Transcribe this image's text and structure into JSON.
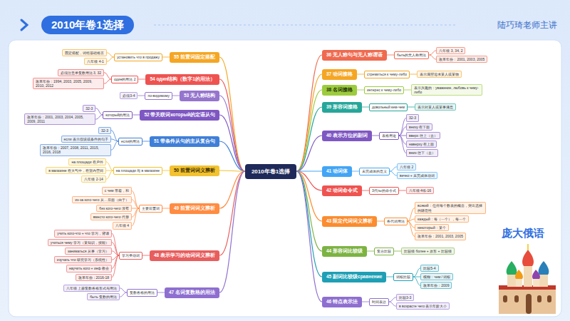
{
  "diagram": {
    "title": "2010年卷1选择",
    "nodes": [
      {
        "text": [
          "2010年卷1选择"
        ]
      },
      {
        "text": [
          "36 无人称句与无人称谓语"
        ]
      },
      {
        "text": [
          "быть的无人称用法"
        ]
      },
      {
        "text": [
          "八年级 3, 34, 2"
        ]
      },
      {
        "text": [
          "改革年份：2001, 2003, 2005"
        ]
      },
      {
        "text": [
          "37 动词接格"
        ]
      },
      {
        "text": [
          "стремиться к чему-либо"
        ]
      },
      {
        "text": [
          "表示渴望追求某人或某物"
        ]
      },
      {
        "text": [
          "38 名词接格"
        ]
      },
      {
        "text": [
          "интерес к чему-либо"
        ]
      },
      {
        "text": [
          "表示兴趣的：уважение, любовь к чему-либо"
        ]
      },
      {
        "text": [
          "39 形容词接格"
        ]
      },
      {
        "text": [
          "довольный кем-чем"
        ]
      },
      {
        "text": [
          "表示对某人或某事满意"
        ]
      },
      {
        "text": [
          "40 表示方位的副词"
        ]
      },
      {
        "text": [
          "表格用途"
        ]
      },
      {
        "text": [
          "32-3"
        ]
      },
      {
        "text": [
          "внизу 在下面"
        ]
      },
      {
        "text": [
          "вверх 往上（去）"
        ]
      },
      {
        "text": [
          "наверху 在上面"
        ]
      },
      {
        "text": [
          "вниз 往下（去）"
        ]
      },
      {
        "text": [
          "41 动词体"
        ]
      },
      {
        "text": [
          "未完成体的意义"
        ]
      },
      {
        "text": [
          "八年级 2"
        ]
      },
      {
        "text": [
          "вечно + 未完成体动词"
        ]
      },
      {
        "text": [
          "42 动词命令式"
        ]
      },
      {
        "text": [
          "3代ты的命令式"
        ]
      },
      {
        "text": [
          "八年级 4练-16"
        ]
      },
      {
        "text": [
          "43 限定代词词义辨析"
        ]
      },
      {
        "text": [
          "各代词用法"
        ]
      },
      {
        "text": [
          "всякий：任何每个数表的概念，突出选择的随意性"
        ]
      },
      {
        "text": [
          "каждый：每（一个），每一个"
        ]
      },
      {
        "text": [
          "некоторый：某个"
        ]
      },
      {
        "text": [
          "改革年份：2001, 2003, 2005"
        ]
      },
      {
        "text": [
          "44 形容词比较级"
        ]
      },
      {
        "text": [
          "复合比较"
        ]
      },
      {
        "text": [
          "比较级 более + 原形 + 比较级"
        ]
      },
      {
        "text": [
          "45 副词比较级сравнение"
        ]
      },
      {
        "text": [
          "词根比较"
        ]
      },
      {
        "text": [
          "比较5-4"
        ]
      },
      {
        "text": [
          "模糊：чем / 词根"
        ]
      },
      {
        "text": [
          "改革年份：2009"
        ]
      },
      {
        "text": [
          "46 特点表示法"
        ]
      },
      {
        "text": [
          "时间表达"
        ]
      },
      {
        "text": [
          "比较3-3"
        ]
      },
      {
        "text": [
          "в возрасте чего 表示年龄大小"
        ]
      },
      {
        "text": [
          "55 前置词固定搭配"
        ]
      },
      {
        "text": [
          "установить что в продажу"
        ]
      },
      {
        "text": [
          "固定搭配，词组基础格言"
        ]
      },
      {
        "text": [
          "八年级 4-1"
        ]
      },
      {
        "text": [
          "54 один结构（数字1的用法）"
        ]
      },
      {
        "text": [
          "один的用法 2"
        ]
      },
      {
        "text": [
          "必须注意单复数用法 3, 32"
        ]
      },
      {
        "text": [
          "改革年份：1994, 2003, 2005, 2009, 2010, 2012"
        ]
      },
      {
        "text": [
          "53 无人称结构"
        ]
      },
      {
        "text": [
          "по-видимому"
        ]
      },
      {
        "text": [
          "必须3-4"
        ]
      },
      {
        "text": [
          "52 带关联词который的定语从句"
        ]
      },
      {
        "text": [
          "который的用法"
        ]
      },
      {
        "text": [
          "32-3"
        ]
      },
      {
        "text": [
          "改革年份：2001, 2003, 2004, 2005, 2009, 2011"
        ]
      },
      {
        "text": [
          "51 带条件从句的主从复合句"
        ]
      },
      {
        "text": [
          "если的用法"
        ]
      },
      {
        "text": [
          "32-3"
        ]
      },
      {
        "text": [
          "если 表示假设或条件的句子"
        ]
      },
      {
        "text": [
          "改革年份：2007, 2008, 2011, 2015, 2016, 2018"
        ]
      },
      {
        "text": [
          "50 前置词词义辨析"
        ]
      },
      {
        "text": [
          "на площади 与 в магазине"
        ]
      },
      {
        "text": [
          "на площади 在户外"
        ]
      },
      {
        "text": [
          "в магазине 在大气中，在室内空间"
        ]
      },
      {
        "text": [
          "八年级 2-14"
        ]
      },
      {
        "text": [
          "49 前置词词义辨析"
        ]
      },
      {
        "text": [
          "主要前置词"
        ]
      },
      {
        "text": [
          "с чем 带着，和"
        ]
      },
      {
        "text": [
          "из-за кого-чего 从…后面（由于）"
        ]
      },
      {
        "text": [
          "без кого-чего 没有"
        ]
      },
      {
        "text": [
          "вместо кого-чего 代替"
        ]
      },
      {
        "text": [
          "八年级 4"
        ]
      },
      {
        "text": [
          "48 表示学习的动词词义辨析"
        ]
      },
      {
        "text": [
          "学习类动词"
        ]
      },
      {
        "text": [
          "учить кого-что + что 学习，背诵"
        ]
      },
      {
        "text": [
          "учиться чему 学习（某知识，技能）"
        ]
      },
      {
        "text": [
          "заниматься 从事（学习）"
        ]
      },
      {
        "text": [
          "изучать что 研究学习（系统性）"
        ]
      },
      {
        "text": [
          "научить кого + инф 教会"
        ]
      },
      {
        "text": [
          "改革年份：2016-18"
        ]
      },
      {
        "text": [
          "47 名词复数格的用法"
        ]
      },
      {
        "text": [
          "复数各格的用法"
        ]
      },
      {
        "text": [
          "八年级 上册复数各格形式与用法"
        ]
      },
      {
        "text": [
          "быть 复数的用法"
        ]
      }
    ],
    "edges": [
      {
        "from": 0,
        "to": 1,
        "arrow": "none"
      },
      {
        "from": 0,
        "to": 5,
        "arrow": "none"
      },
      {
        "from": 0,
        "to": 8,
        "arrow": "none"
      },
      {
        "from": 0,
        "to": 11,
        "arrow": "none"
      },
      {
        "from": 0,
        "to": 14,
        "arrow": "none"
      },
      {
        "from": 0,
        "to": 21,
        "arrow": "none"
      },
      {
        "from": 0,
        "to": 25,
        "arrow": "none"
      },
      {
        "from": 0,
        "to": 28,
        "arrow": "none"
      },
      {
        "from": 0,
        "to": 34,
        "arrow": "none"
      },
      {
        "from": 0,
        "to": 37,
        "arrow": "none"
      },
      {
        "from": 0,
        "to": 42,
        "arrow": "none"
      },
      {
        "from": 0,
        "to": 46,
        "arrow": "none"
      },
      {
        "from": 0,
        "to": 50,
        "arrow": "none"
      },
      {
        "from": 0,
        "to": 54,
        "arrow": "none"
      },
      {
        "from": 0,
        "to": 57,
        "arrow": "none"
      },
      {
        "from": 0,
        "to": 61,
        "arrow": "none"
      },
      {
        "from": 0,
        "to": 66,
        "arrow": "none"
      },
      {
        "from": 0,
        "to": 71,
        "arrow": "none"
      },
      {
        "from": 0,
        "to": 78,
        "arrow": "none"
      },
      {
        "from": 0,
        "to": 86,
        "arrow": "none"
      },
      {
        "from": 1,
        "to": 2,
        "arrow": "none"
      },
      {
        "from": 2,
        "to": 3,
        "arrow": "none"
      },
      {
        "from": 2,
        "to": 4,
        "arrow": "none"
      },
      {
        "from": 5,
        "to": 6,
        "arrow": "none"
      },
      {
        "from": 6,
        "to": 7,
        "arrow": "none"
      },
      {
        "from": 8,
        "to": 9,
        "arrow": "none"
      },
      {
        "from": 9,
        "to": 10,
        "arrow": "none"
      },
      {
        "from": 11,
        "to": 12,
        "arrow": "none"
      },
      {
        "from": 12,
        "to": 13,
        "arrow": "none"
      },
      {
        "from": 14,
        "to": 15,
        "arrow": "none"
      },
      {
        "from": 15,
        "to": 16,
        "arrow": "none"
      },
      {
        "from": 15,
        "to": 17,
        "arrow": "none"
      },
      {
        "from": 15,
        "to": 18,
        "arrow": "none"
      },
      {
        "from": 15,
        "to": 19,
        "arrow": "none"
      },
      {
        "from": 15,
        "to": 20,
        "arrow": "none"
      },
      {
        "from": 21,
        "to": 22,
        "arrow": "none"
      },
      {
        "from": 22,
        "to": 23,
        "arrow": "none"
      },
      {
        "from": 22,
        "to": 24,
        "arrow": "none"
      },
      {
        "from": 25,
        "to": 26,
        "arrow": "none"
      },
      {
        "from": 26,
        "to": 27,
        "arrow": "none"
      },
      {
        "from": 28,
        "to": 29,
        "arrow": "none"
      },
      {
        "from": 29,
        "to": 30,
        "arrow": "none"
      },
      {
        "from": 29,
        "to": 31,
        "arrow": "none"
      },
      {
        "from": 29,
        "to": 32,
        "arrow": "none"
      },
      {
        "from": 29,
        "to": 33,
        "arrow": "none"
      },
      {
        "from": 34,
        "to": 35,
        "arrow": "none"
      },
      {
        "from": 35,
        "to": 36,
        "arrow": "none"
      },
      {
        "from": 37,
        "to": 38,
        "arrow": "none"
      },
      {
        "from": 38,
        "to": 39,
        "arrow": "none"
      },
      {
        "from": 38,
        "to": 40,
        "arrow": "none"
      },
      {
        "from": 38,
        "to": 41,
        "arrow": "none"
      },
      {
        "from": 42,
        "to": 43,
        "arrow": "none"
      },
      {
        "from": 43,
        "to": 44,
        "arrow": "none"
      },
      {
        "from": 43,
        "to": 45,
        "arrow": "none"
      },
      {
        "from": 46,
        "to": 47,
        "arrow": "none"
      },
      {
        "from": 47,
        "to": 48,
        "arrow": "none"
      },
      {
        "from": 47,
        "to": 49,
        "arrow": "none"
      },
      {
        "from": 50,
        "to": 51,
        "arrow": "none"
      },
      {
        "from": 51,
        "to": 52,
        "arrow": "none"
      },
      {
        "from": 51,
        "to": 53,
        "arrow": "none"
      },
      {
        "from": 54,
        "to": 55,
        "arrow": "none"
      },
      {
        "from": 55,
        "to": 56,
        "arrow": "none"
      },
      {
        "from": 57,
        "to": 58,
        "arrow": "none"
      },
      {
        "from": 58,
        "to": 59,
        "arrow": "none"
      },
      {
        "from": 58,
        "to": 60,
        "arrow": "none"
      },
      {
        "from": 61,
        "to": 62,
        "arrow": "none"
      },
      {
        "from": 62,
        "to": 63,
        "arrow": "none"
      },
      {
        "from": 62,
        "to": 64,
        "arrow": "none"
      },
      {
        "from": 62,
        "to": 65,
        "arrow": "none"
      },
      {
        "from": 66,
        "to": 67,
        "arrow": "none"
      },
      {
        "from": 67,
        "to": 68,
        "arrow": "none"
      },
      {
        "from": 67,
        "to": 69,
        "arrow": "none"
      },
      {
        "from": 67,
        "to": 70,
        "arrow": "none"
      },
      {
        "from": 71,
        "to": 72,
        "arrow": "none"
      },
      {
        "from": 72,
        "to": 73,
        "arrow": "none"
      },
      {
        "from": 72,
        "to": 74,
        "arrow": "none"
      },
      {
        "from": 72,
        "to": 75,
        "arrow": "none"
      },
      {
        "from": 72,
        "to": 76,
        "arrow": "none"
      },
      {
        "from": 72,
        "to": 77,
        "arrow": "none"
      },
      {
        "from": 78,
        "to": 79,
        "arrow": "none"
      },
      {
        "from": 79,
        "to": 80,
        "arrow": "none"
      },
      {
        "from": 79,
        "to": 81,
        "arrow": "none"
      },
      {
        "from": 79,
        "to": 82,
        "arrow": "none"
      },
      {
        "from": 79,
        "to": 83,
        "arrow": "none"
      },
      {
        "from": 79,
        "to": 84,
        "arrow": "none"
      },
      {
        "from": 79,
        "to": 85,
        "arrow": "none"
      },
      {
        "from": 86,
        "to": 87,
        "arrow": "none"
      },
      {
        "from": 87,
        "to": 88,
        "arrow": "none"
      },
      {
        "from": 87,
        "to": 89,
        "arrow": "none"
      }
    ],
    "labels": [
      "陆巧琦老师主讲",
      "庞大俄语"
    ]
  }
}
